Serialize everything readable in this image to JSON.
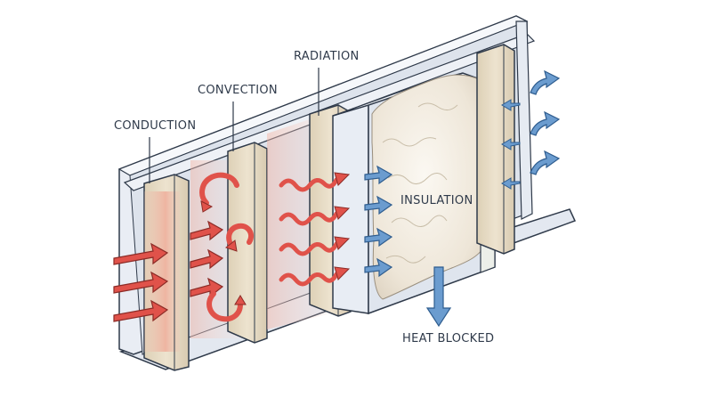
{
  "labels": {
    "conduction": "CONDUCTION",
    "convection": "CONVECTION",
    "radiation": "RADIATION",
    "insulation": "INSULATION",
    "heat_blocked": "HEAT BLOCKED"
  },
  "colors": {
    "heat_arrow": "#e0524a",
    "heat_arrow_outline": "#8c2c27",
    "cool_arrow": "#6b9ccf",
    "cool_arrow_outline": "#2f5d8f",
    "warm_glow": "#f4b2a2",
    "wood_stud": "#e9ddc8",
    "insulation": "#efe8dd",
    "wall_panel": "#e8ecf3",
    "outline": "#2f3a4a"
  }
}
